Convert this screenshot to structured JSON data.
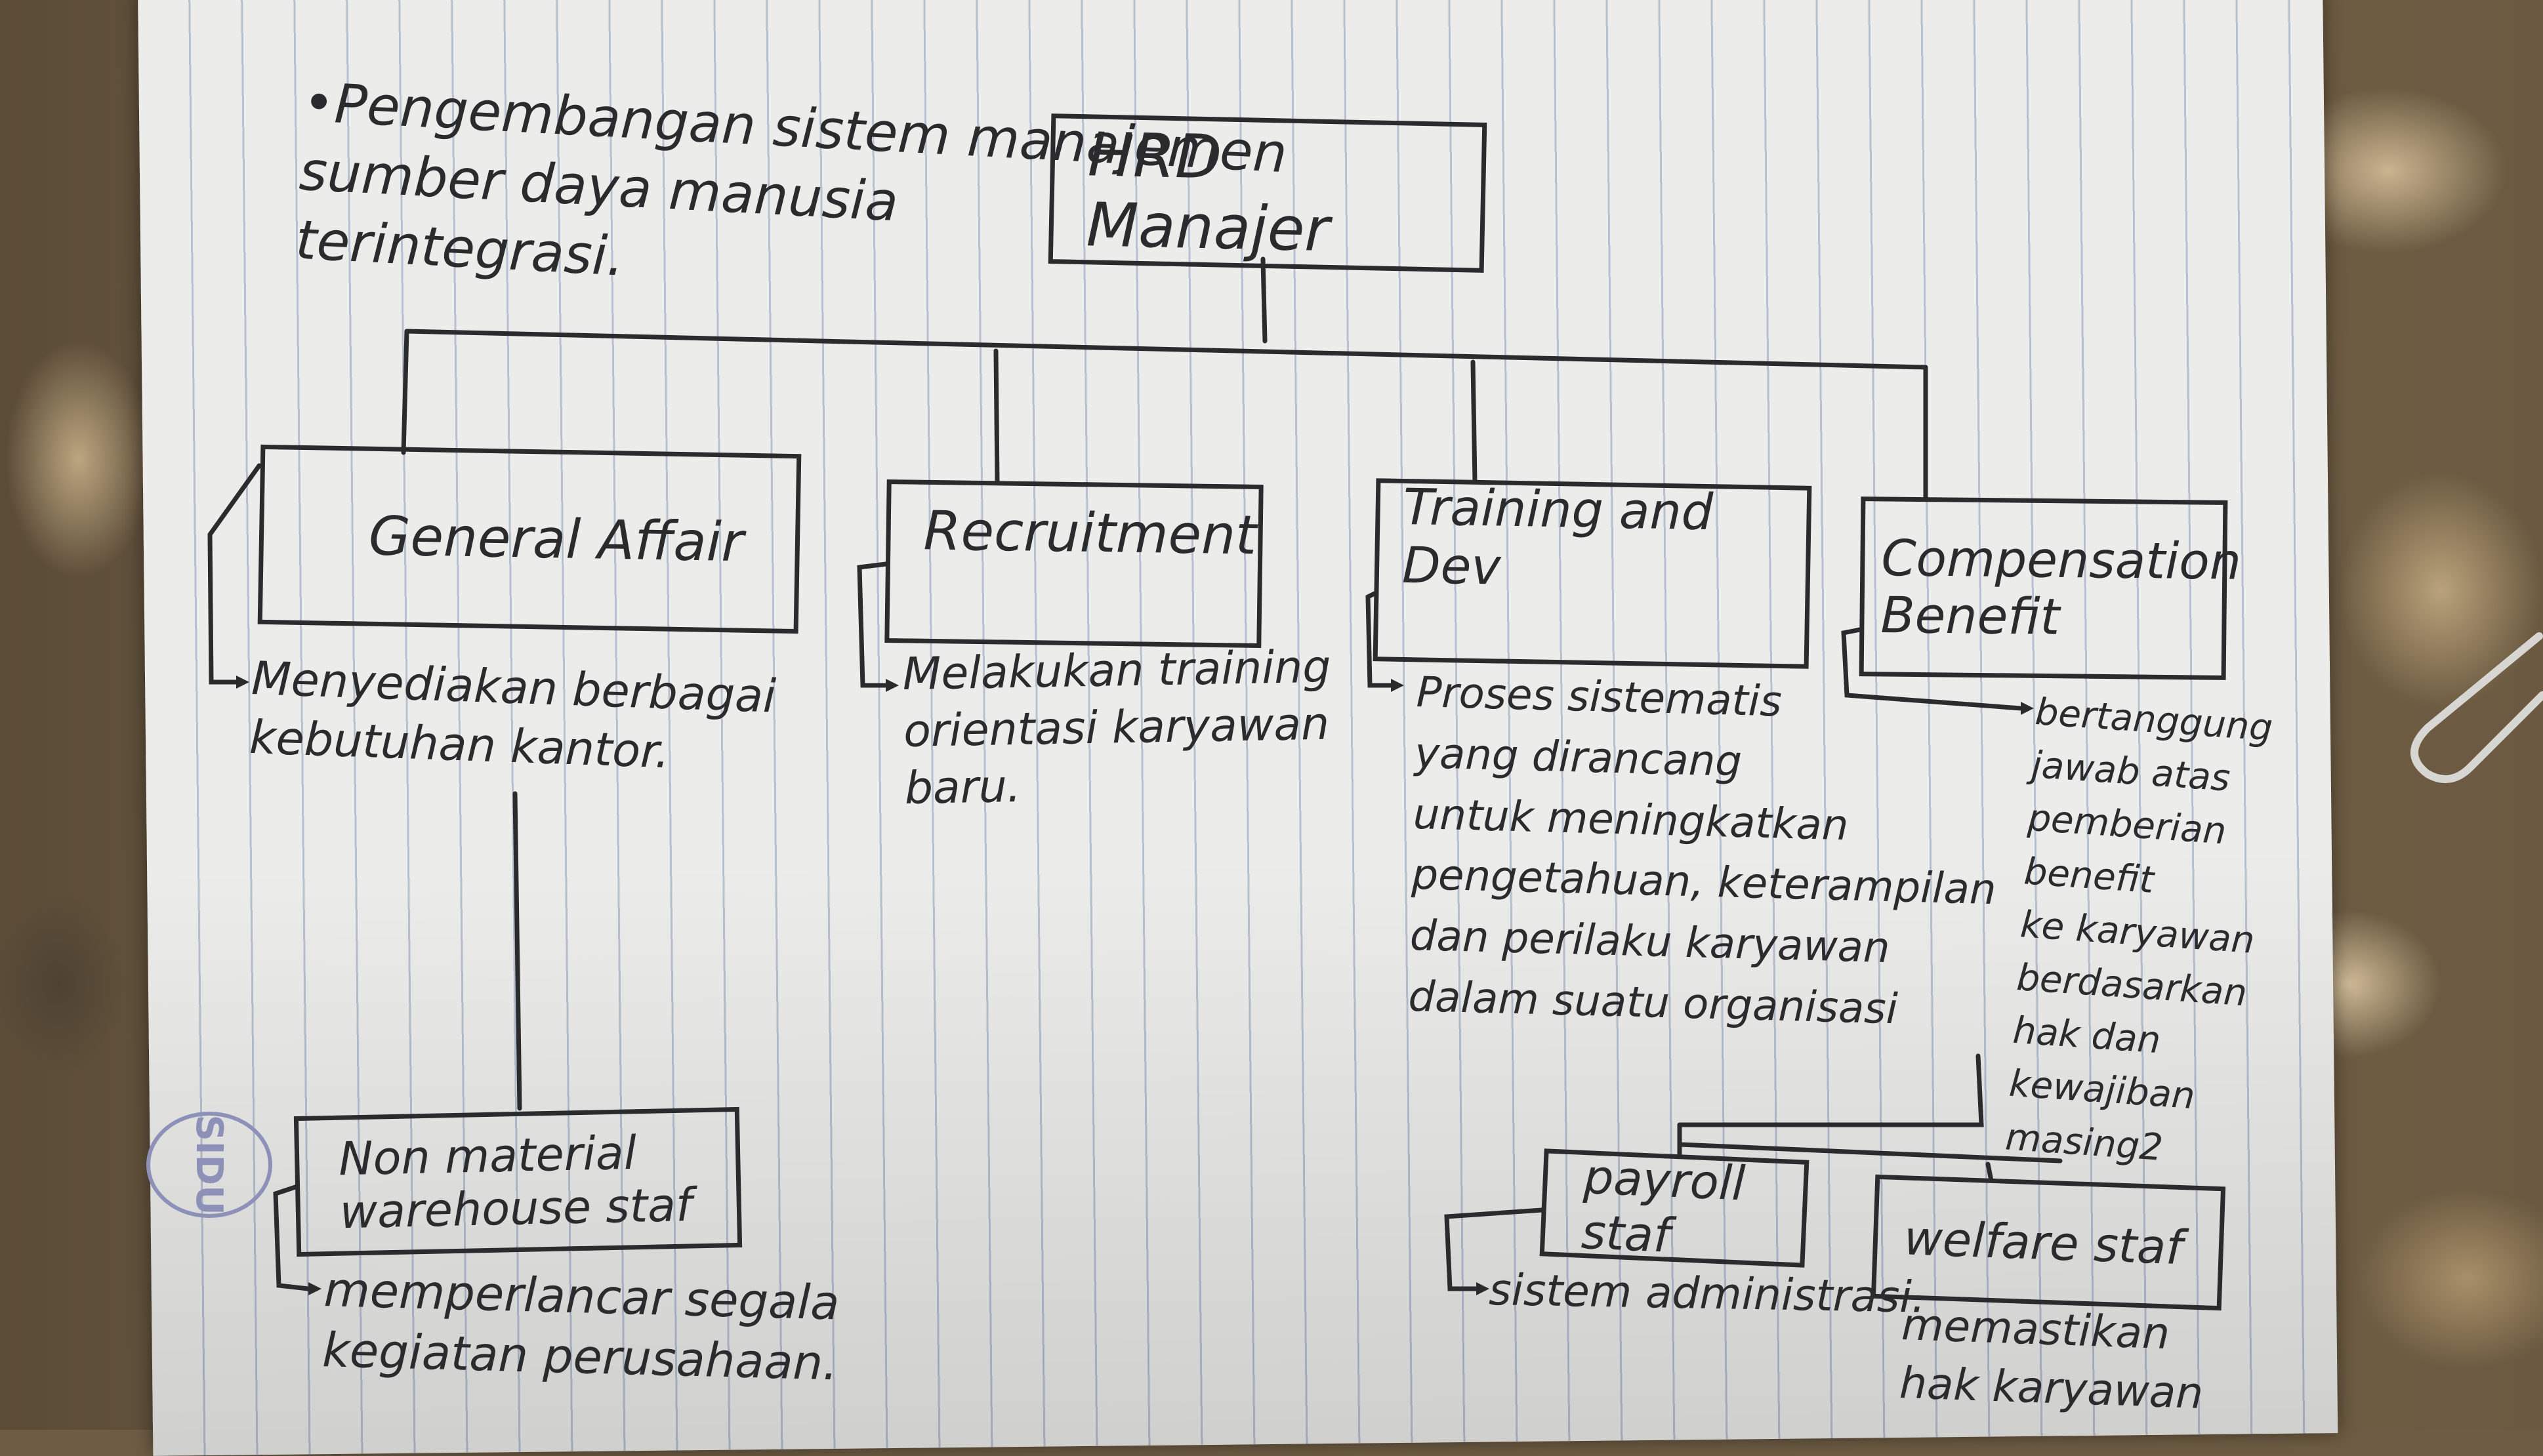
{
  "note": {
    "text": "Pengembangan sistem manajemen\nsumber daya manusia\nterintegrasi."
  },
  "nodes": {
    "root": "HRD Manajer",
    "general_affair": "General Affair",
    "recruitment": "Recruitment",
    "training": "Training and Dev",
    "compensation": "Compensation\nBenefit",
    "warehouse": "Non material\nwarehouse staf",
    "payroll": "payroll staf",
    "welfare": "welfare staf"
  },
  "descriptions": {
    "general_affair": "Menyediakan berbagai\nkebutuhan kantor.",
    "recruitment": "Melakukan training\norientasi karyawan\nbaru.",
    "training": "Proses sistematis\nyang dirancang\nuntuk meningkatkan\npengetahuan, keterampilan\ndan perilaku karyawan\ndalam suatu organisasi",
    "compensation": "bertanggung\njawab atas\npemberian\nbenefit\nke karyawan\nberdasarkan\nhak dan\nkewajiban\nmasing2",
    "warehouse": "memperlancar segala\nkegiatan perusahaan.",
    "payroll": "sistem administrasi.",
    "welfare": "memastikan\nhak karyawan"
  },
  "stamp": "SIDU",
  "colors": {
    "ink": "#2b2a2c",
    "paper": "#ececea",
    "rule": "#b7bfd0",
    "stamp": "#8d91b8"
  }
}
